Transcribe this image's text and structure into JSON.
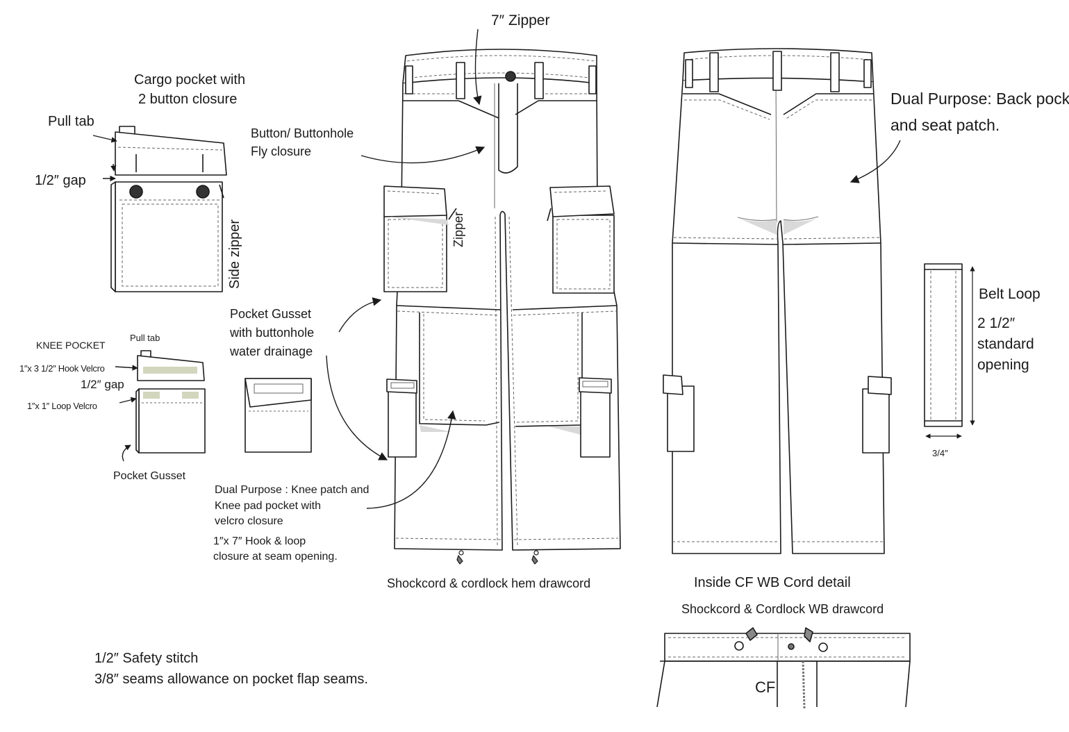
{
  "labels": {
    "zipper_7": "7″ Zipper",
    "cargo_pocket_l1": "Cargo pocket with",
    "cargo_pocket_l2": "2 button closure",
    "pull_tab": "Pull tab",
    "half_gap": "1/2″ gap",
    "side_zipper": "Side zipper",
    "fly_l1": "Button/ Buttonhole",
    "fly_l2": "Fly closure",
    "zipper": "Zipper",
    "gusset_l1": "Pocket Gusset",
    "gusset_l2": "with buttonhole",
    "gusset_l3": "water drainage",
    "knee_pocket": "KNEE POCKET",
    "pull_tab_small": "Pull tab",
    "hook_velcro": "1″x 3 1/2″ Hook Velcro",
    "half_gap_small": "1/2″ gap",
    "loop_velcro": "1″x 1″  Loop Velcro",
    "pocket_gusset": "Pocket Gusset",
    "knee_l1": "Dual Purpose :  Knee patch and",
    "knee_l2": "Knee pad pocket with",
    "knee_l3": "velcro closure",
    "knee_l4": "1″x 7″ Hook & loop",
    "knee_l5": "closure at seam opening.",
    "hem_drawcord": "Shockcord & cordlock hem drawcord",
    "back_l1": "Dual Purpose:  Back pocket",
    "back_l2": "and seat patch.",
    "belt_loop": "Belt Loop",
    "belt_l1": "2 1/2″",
    "belt_l2": "standard",
    "belt_l3": "opening",
    "belt_width": "3/4″",
    "cord_detail": "Inside CF WB  Cord detail",
    "wb_drawcord": "Shockcord & Cordlock  WB drawcord",
    "cf": "CF",
    "safety_stitch": "1/2″ Safety stitch",
    "seam_allowance": "3/8″ seams allowance on pocket flap seams."
  },
  "colors": {
    "line": "#1a1a1a",
    "stitch": "#555555",
    "velcro": "#d2d6bd",
    "shadow": "#d9d9d9"
  }
}
